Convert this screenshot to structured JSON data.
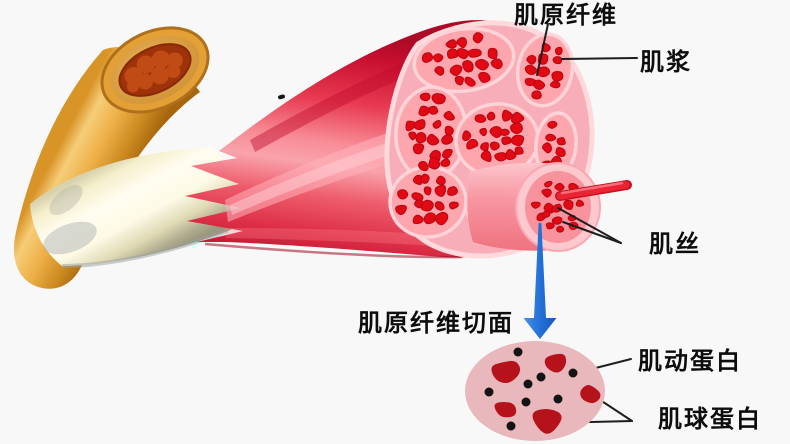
{
  "diagram": {
    "labels": {
      "myofibril": "肌原纤维",
      "sarcoplasm": "肌浆",
      "myofilament": "肌丝",
      "myofibril_section": "肌原纤维切面",
      "actin": "肌动蛋白",
      "myosin": "肌球蛋白"
    },
    "colors": {
      "background": "#f8f8f8",
      "muscle_dark_red": "#c0102e",
      "muscle_highlight_pink": "#f9a3ab",
      "fascicle_fill": "#fda6ae",
      "fascicle_border": "#ffd4d8",
      "myofibril_red": "#e00914",
      "myofibril_red_edge": "#b8060f",
      "bone_gold": "#e2a037",
      "bone_edge": "#b06f1a",
      "marrow_red": "#9e3208",
      "marrow_bump": "#c24d16",
      "tendon_cream": "#fffdf0",
      "arrow_blue": "#2270d8",
      "section_circle_pink": "#e9b8bc",
      "myosin_blob_red": "#b5121c",
      "actin_dot_black": "#141414",
      "pointer_line": "#1e1e1e",
      "label_text": "#0d0d0d"
    }
  }
}
